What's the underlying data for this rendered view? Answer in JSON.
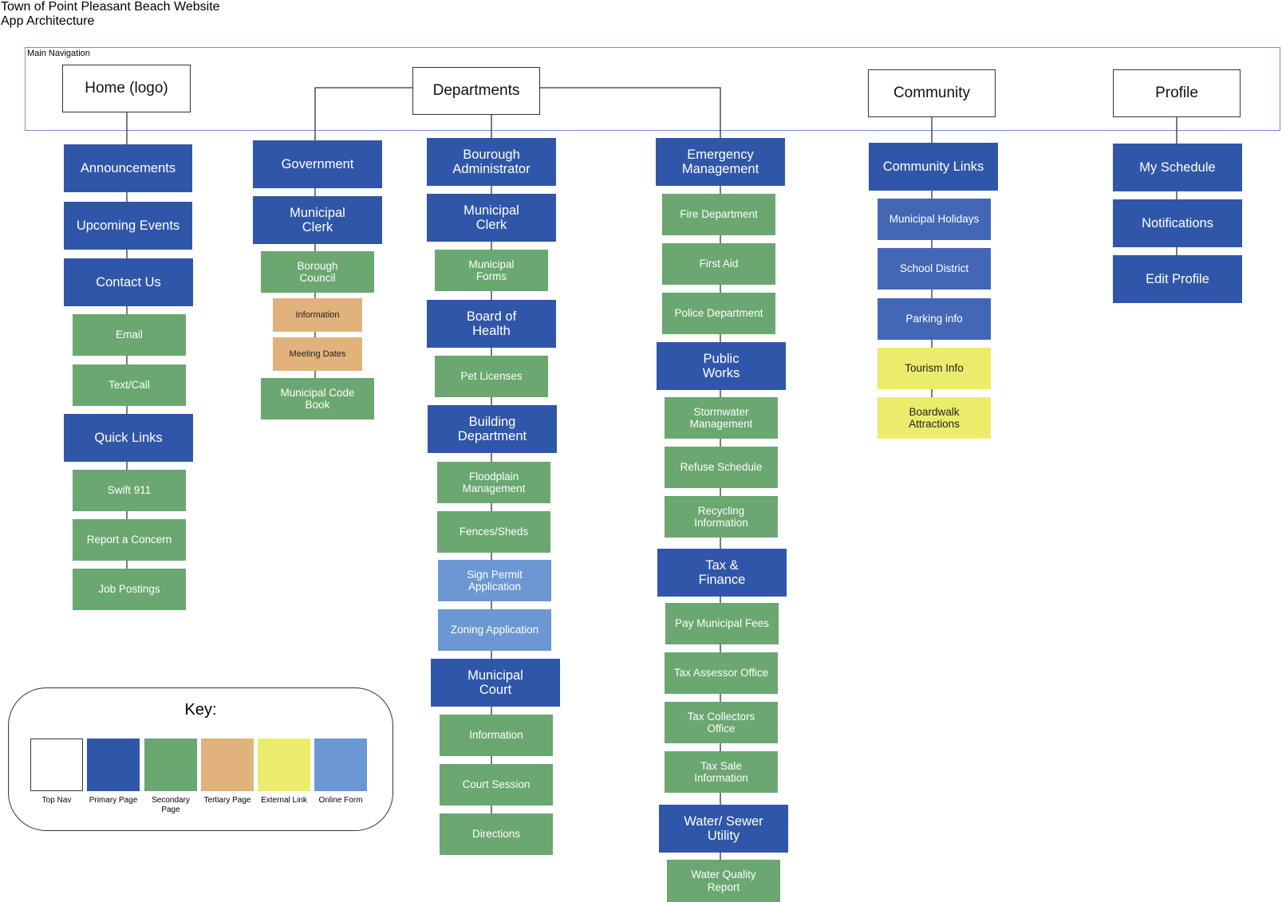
{
  "header": {
    "title_line1": "Town of Point Pleasant Beach Website",
    "title_line2": "App Architecture"
  },
  "nav_band_label": "Main Navigation",
  "colors": {
    "top_nav": "#ffffff",
    "primary": "#2f56a8",
    "secondary": "#6aa771",
    "tertiary": "#e2b27c",
    "external": "#ecec6c",
    "online": "#6b97d3",
    "band_border": "#6f93cf"
  },
  "top_nav": {
    "home": "Home (logo)",
    "departments": "Departments",
    "community": "Community",
    "profile": "Profile"
  },
  "home_column": {
    "announcements": "Announcements",
    "upcoming_events": "Upcoming Events",
    "contact_us": "Contact Us",
    "email": "Email",
    "text_call": "Text/Call",
    "quick_links": "Quick Links",
    "swift_911": "Swift 911",
    "report_concern": "Report a Concern",
    "job_postings": "Job Postings"
  },
  "government_column": {
    "government": "Government",
    "municipal_clerk": "Municipal\nClerk",
    "borough_council": "Borough\nCouncil",
    "information": "Information",
    "meeting_dates": "Meeting Dates",
    "municipal_code_book": "Municipal Code\nBook"
  },
  "administrator_column": {
    "bourough_administrator": "Bourough\nAdministrator",
    "municipal_clerk": "Municipal\nClerk",
    "municipal_forms": "Municipal\nForms",
    "board_of_health": "Board of\nHealth",
    "pet_licenses": "Pet Licenses",
    "building_department": "Building\nDepartment",
    "floodplain_management": "Floodplain\nManagement",
    "fences_sheds": "Fences/Sheds",
    "sign_permit": "Sign Permit\nApplication",
    "zoning_application": "Zoning Application",
    "municipal_court": "Municipal\nCourt",
    "court_information": "Information",
    "court_session": "Court Session",
    "directions": "Directions"
  },
  "emergency_column": {
    "emergency_management": "Emergency\nManagement",
    "fire_department": "Fire Department",
    "first_aid": "First Aid",
    "police_department": "Police Department",
    "public_works": "Public\nWorks",
    "stormwater_management": "Stormwater\nManagement",
    "refuse_schedule": "Refuse Schedule",
    "recycling_information": "Recycling\nInformation",
    "tax_finance": "Tax &\nFinance",
    "pay_municipal_fees": "Pay Municipal Fees",
    "tax_assessor_office": "Tax Assessor Office",
    "tax_collectors_office": "Tax Collectors\nOffice",
    "tax_sale_information": "Tax Sale\nInformation",
    "water_sewer_utility": "Water/ Sewer\nUtility",
    "water_quality_report": "Water Quality\nReport"
  },
  "community_column": {
    "community_links": "Community Links",
    "municipal_holidays": "Municipal Holidays",
    "school_district": "School District",
    "parking_info": "Parking info",
    "tourism_info": "Tourism Info",
    "boardwalk_attractions": "Boardwalk\nAttractions"
  },
  "profile_column": {
    "my_schedule": "My Schedule",
    "notifications": "Notifications",
    "edit_profile": "Edit Profile"
  },
  "key": {
    "title": "Key:",
    "items": [
      {
        "label": "Top Nav",
        "color": "#ffffff"
      },
      {
        "label": "Primary Page",
        "color": "#2f56a8"
      },
      {
        "label": "Secondary\nPage",
        "color": "#6aa771"
      },
      {
        "label": "Tertiary Page",
        "color": "#e2b27c"
      },
      {
        "label": "External Link",
        "color": "#ecec6c"
      },
      {
        "label": "Online Form",
        "color": "#6b97d3"
      }
    ]
  }
}
